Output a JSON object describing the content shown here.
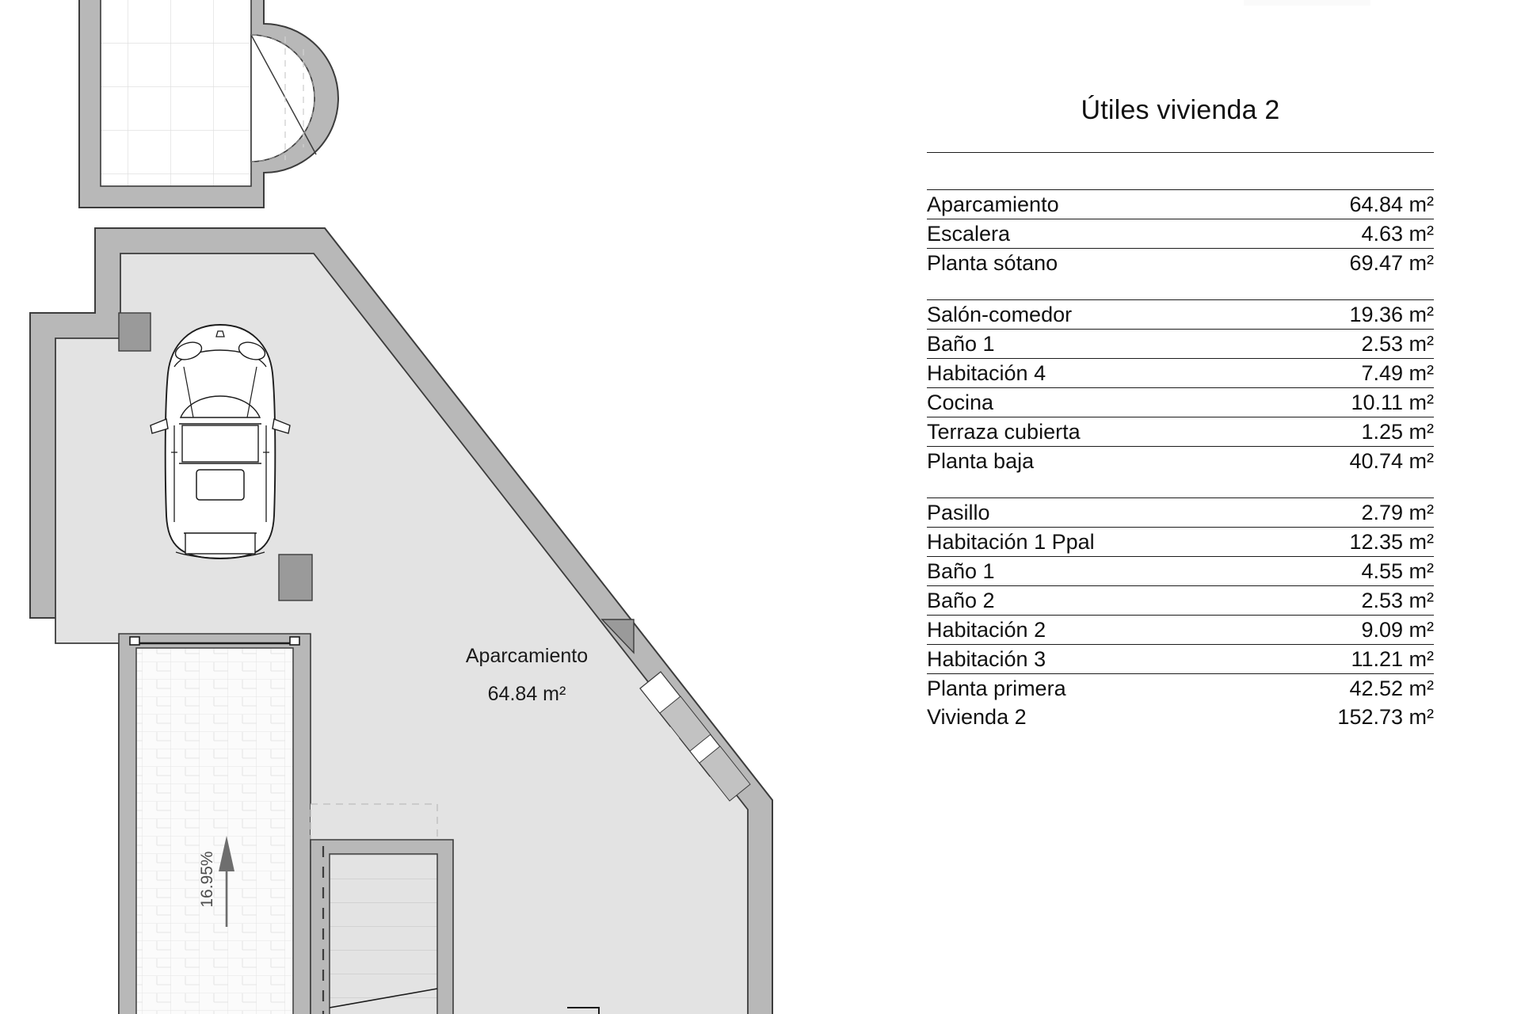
{
  "schedule": {
    "title": "Útiles vivienda 2",
    "blocks": [
      {
        "name": "planta-sotano",
        "rows": [
          {
            "name": "Aparcamiento",
            "value": "64.84 m²"
          },
          {
            "name": "Escalera",
            "value": "4.63 m²"
          },
          {
            "name": "Planta sótano",
            "value": "69.47 m²"
          }
        ]
      },
      {
        "name": "planta-baja",
        "rows": [
          {
            "name": "Salón-comedor",
            "value": "19.36 m²"
          },
          {
            "name": "Baño 1",
            "value": "2.53 m²"
          },
          {
            "name": "Habitación 4",
            "value": "7.49 m²"
          },
          {
            "name": "Cocina",
            "value": "10.11 m²"
          },
          {
            "name": "Terraza cubierta",
            "value": "1.25 m²"
          },
          {
            "name": "Planta baja",
            "value": "40.74 m²"
          }
        ]
      },
      {
        "name": "planta-primera",
        "rows": [
          {
            "name": "Pasillo",
            "value": "2.79 m²"
          },
          {
            "name": "Habitación 1 Ppal",
            "value": "12.35 m²"
          },
          {
            "name": "Baño 1",
            "value": "4.55 m²"
          },
          {
            "name": "Baño 2",
            "value": "2.53 m²"
          },
          {
            "name": "Habitación 2",
            "value": "9.09 m²"
          },
          {
            "name": "Habitación 3",
            "value": "11.21 m²"
          },
          {
            "name": "Planta primera",
            "value": "42.52 m²"
          },
          {
            "name": "Vivienda 2",
            "value": "152.73 m²",
            "no_rule": true
          }
        ]
      }
    ]
  },
  "floorplan": {
    "parking_label": "Aparcamiento",
    "parking_area": "64.84 m²",
    "ramp_slope": "16.95%",
    "colors": {
      "wall": "#b8b8b8",
      "wall_dark": "#9a9a9a",
      "floor": "#e3e3e3",
      "room_white": "#ffffff",
      "outline": "#3c3c3c",
      "tile_line": "#dcdcdc",
      "text": "#1a1a1a"
    }
  }
}
